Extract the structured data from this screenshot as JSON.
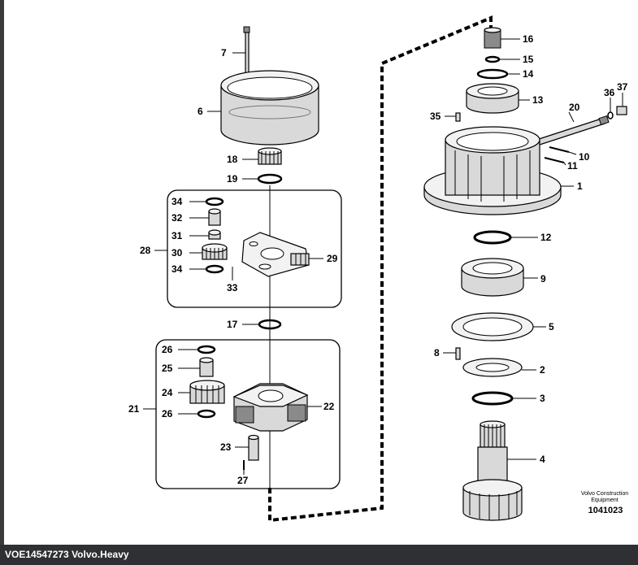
{
  "footer": {
    "caption": "VOE14547273 Volvo.Heavy"
  },
  "diagram": {
    "brand_line1": "Volvo Construction",
    "brand_line2": "Equipment",
    "drawing_number": "1041023",
    "callouts": [
      "1",
      "2",
      "3",
      "4",
      "5",
      "6",
      "7",
      "8",
      "9",
      "10",
      "11",
      "12",
      "13",
      "14",
      "15",
      "16",
      "17",
      "18",
      "19",
      "20",
      "21",
      "22",
      "23",
      "24",
      "25",
      "26",
      "27",
      "28",
      "29",
      "30",
      "31",
      "32",
      "33",
      "34",
      "35",
      "36",
      "37"
    ]
  },
  "colors": {
    "footer_bg": "#2f3033",
    "footer_text": "#ffffff",
    "line": "#000000",
    "part_fill": "#d9d9d9"
  }
}
